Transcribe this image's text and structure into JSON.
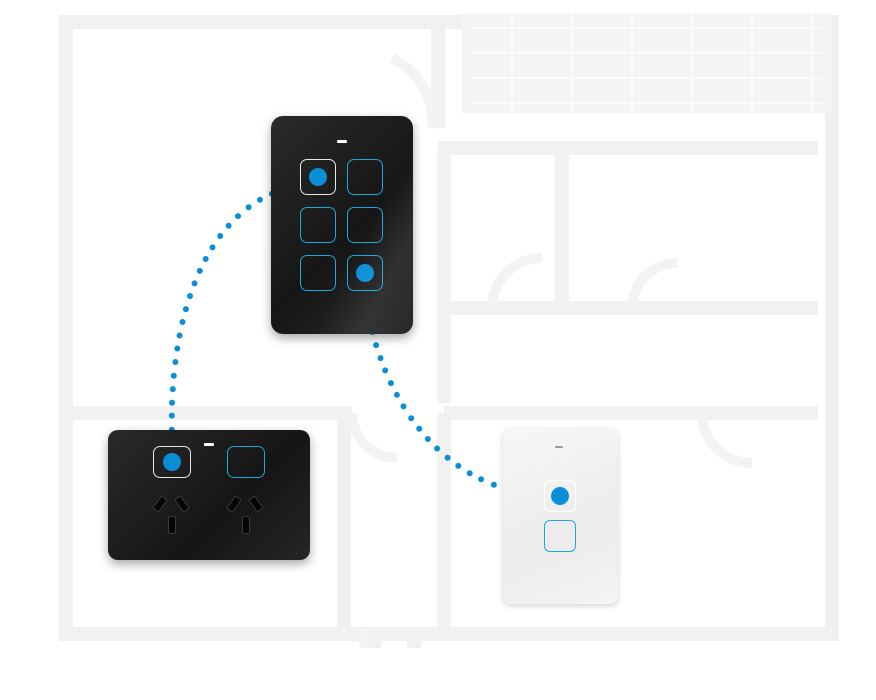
{
  "colors": {
    "accent_blue": "#0a8fd6",
    "key_outline": "#1aa7e0",
    "device_black": "#1b1b1b",
    "device_white": "#f2f2f2",
    "background": "#ffffff"
  },
  "icons": {
    "connection": "dotted-link",
    "indicator": "blue-dot-indicator",
    "led": "status-led"
  },
  "devices": {
    "keypad": {
      "keys": 6,
      "active_keys": [
        0,
        5
      ]
    },
    "outlet": {
      "sockets": 2,
      "buttons": 2,
      "active_buttons": [
        0
      ]
    },
    "switch": {
      "keys": 2,
      "active_keys": [
        0
      ]
    }
  }
}
